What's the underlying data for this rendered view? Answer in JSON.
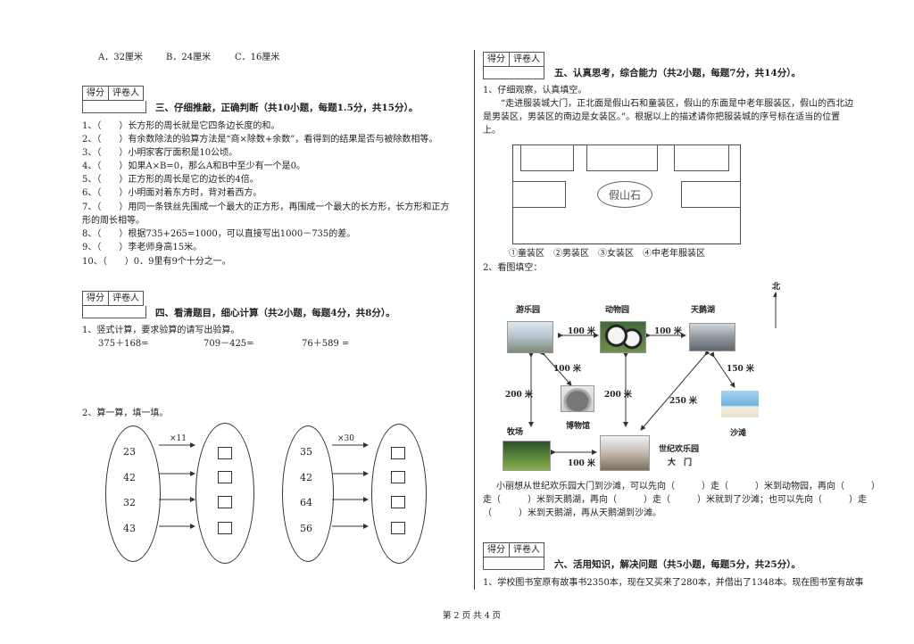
{
  "left": {
    "options": {
      "a": "A．32厘米",
      "b": "B．24厘米",
      "c": "C．16厘米"
    },
    "score_box": {
      "score": "得分",
      "grader": "评卷人"
    },
    "section3": {
      "title": "三、仔细推敲，正确判断（共10小题，每题1.5分，共15分）。",
      "items": [
        "1、（　　）长方形的周长就是它四条边长度的和。",
        "2、（　　）有余数除法的验算方法是“商×除数+余数”，看得到的结果是否与被除数相等。",
        "3、（　　）小明家客厅面积是10公顷。",
        "4、（　　）如果A×B=0，那么A和B中至少有一个是0。",
        "5、（　　）正方形的周长是它的边长的4倍。",
        "6、（　　）小明面对着东方时，背对着西方。",
        "7、（　　）用同一条铁丝先围成一个最大的正方形，再围成一个最大的长方形，长方形和正方",
        "形的周长相等。",
        "8、（　　）根据735+265=1000，可以直接写出1000－735的差。",
        "9、（　　）李老师身高15米。",
        "10、（　　）0．9里有9个十分之一。"
      ]
    },
    "section4": {
      "title": "四、看清题目，细心计算（共2小题，每题4分，共8分）。",
      "q1": "1、竖式计算，要求验算的请写出验算。",
      "calc1": "375＋168=",
      "calc2": "709－425=",
      "calc3": "76＋589 =",
      "q2": "2、算一算，填一填。",
      "group1": {
        "op": "×11",
        "nums": [
          "23",
          "42",
          "32",
          "43"
        ]
      },
      "group2": {
        "op": "×30",
        "nums": [
          "35",
          "42",
          "64",
          "56"
        ]
      }
    }
  },
  "right": {
    "section5": {
      "title": "五、认真思考，综合能力（共2小题，每题7分，共14分）。",
      "q1": "1、仔细观察，认真填空。",
      "para1": "“走进服装城大门，正北面是假山石和童装区，假山的东面是中老年服装区，假山的西北边",
      "para2": "是男装区，男装区的南边是女装区。”。根据以上的描述请你把服装城的序号标在适当的位置",
      "para3": "上。",
      "rock": "假山石",
      "legend": "①童装区　②男装区　③女装区　④中老年服装区",
      "q2": "2、看图填空：",
      "north": "北",
      "places": {
        "park": "游乐园",
        "zoo": "动物园",
        "lake": "天鹅湖",
        "museum": "博物馆",
        "beach": "沙滩",
        "farm": "牧场",
        "gate1": "世纪欢乐园",
        "gate2": "大　门"
      },
      "dists": {
        "park_zoo": "100 米",
        "zoo_lake": "100 米",
        "park_museum": "100 米",
        "park_farm": "200 米",
        "zoo_gate": "200 米",
        "lake_gate": "250 米",
        "lake_beach": "150 米",
        "farm_gate": "100 米"
      },
      "fill1": "小丽想从世纪欢乐园大门到沙滩，可以先向（　　　）走（　　　）米到动物园，再向（　　　）",
      "fill2": "走（　　　）米到天鹅湖，再向（　　　）走（　　　）米就到了沙滩；也可以先向（　　　）走",
      "fill3": "（　　　）米到天鹅湖，再从天鹅湖到沙滩。"
    },
    "section6": {
      "title": "六、活用知识，解决问题（共5小题，每题5分，共25分）。",
      "q1": "1、学校图书室原有故事书2350本，现在又买来了280本，并借出了1348本。现在图书室有故事"
    }
  },
  "footer": "第 2 页 共 4 页"
}
